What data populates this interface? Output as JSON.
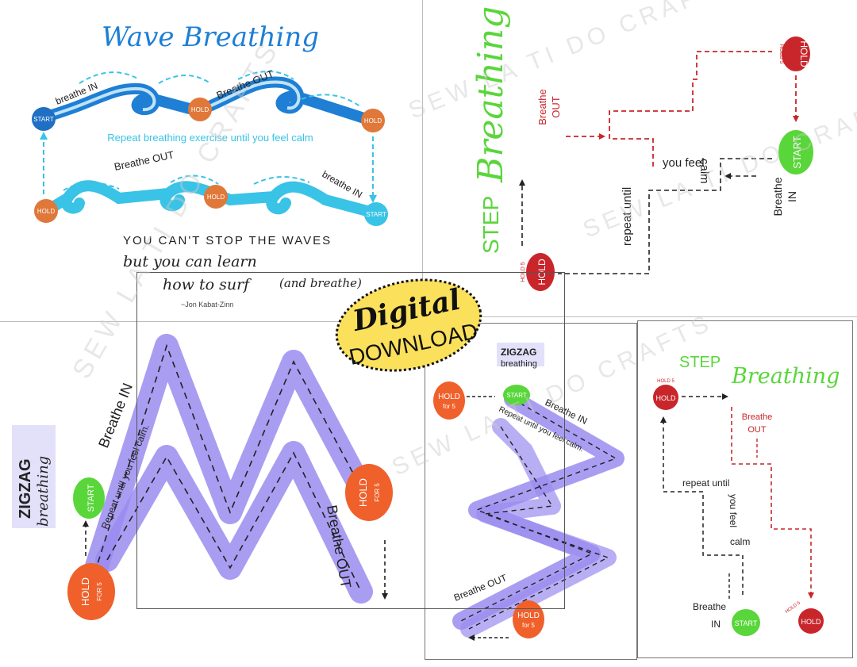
{
  "watermark": "SEW LA TI DO CRAFTS",
  "colors": {
    "wave_blue": "#1e7fd4",
    "wave_light": "#39c3e6",
    "hold_orange": "#e0783a",
    "start_blue": "#1f6fc4",
    "zigzag_purple": "#9a8cf0",
    "orange": "#f0602a",
    "green": "#59d63a",
    "red": "#c8262b",
    "yellow": "#fbe05c",
    "teal_text": "#2ab0d6"
  },
  "wave": {
    "title": "Wave Breathing",
    "start": "START",
    "hold": "HOLD",
    "breathe_in_top": "breathe IN",
    "breathe_out_top": "Breathe OUT",
    "repeat": "Repeat breathing exercise until you feel calm",
    "breathe_out_bottom": "Breathe OUT",
    "breathe_in_bottom": "breathe IN",
    "start_bottom": "START",
    "quote_1": "YOU CAN'T STOP THE WAVES",
    "quote_2": "but you can learn",
    "quote_3": "how to surf",
    "quote_4": "(and breathe)",
    "author": "~Jon Kabat-Zinn"
  },
  "step1": {
    "title_a": "STEP",
    "title_b": "Breathing",
    "hold_top": "HOLD",
    "hold_top_small": "HOLD 5",
    "breathe_out": "Breathe",
    "breathe_out_2": "OUT",
    "you_feel": "you feel",
    "calm": "calm",
    "repeat_until": "repeat until",
    "start": "START",
    "breathe_in": "Breathe",
    "breathe_in_2": "IN",
    "hold_bottom": "HOLD",
    "hold_bottom_small": "HOLD 5"
  },
  "digital": {
    "line1": "Digital",
    "line2": "DOWNLOAD"
  },
  "zigzag1": {
    "title_a": "ZIGZAG",
    "title_b": "breathing",
    "breathe_in": "Breathe IN",
    "repeat": "Repeat until you feel calm.",
    "start": "START",
    "hold": "HOLD",
    "for5": "FOR 5",
    "breathe_out": "Breathe OUT"
  },
  "zigzag2": {
    "title_a": "ZIGZAG",
    "title_b": "breathing",
    "hold": "HOLD",
    "for5": "for 5",
    "start": "START",
    "breathe_in": "Breathe IN",
    "repeat": "Repeat until you feel calm.",
    "breathe_out": "Breathe OUT"
  },
  "step2": {
    "title_a": "STEP",
    "title_b": "Breathing",
    "hold_top": "HOLD",
    "hold_top_small": "HOLD 5",
    "breathe_out": "Breathe",
    "breathe_out_2": "OUT",
    "repeat_until": "repeat until",
    "you_feel": "you feel",
    "calm": "calm",
    "breathe_in": "Breathe",
    "breathe_in_2": "IN",
    "start": "START",
    "hold_bottom": "HOLD",
    "hold_bottom_small": "HOLD 5"
  }
}
